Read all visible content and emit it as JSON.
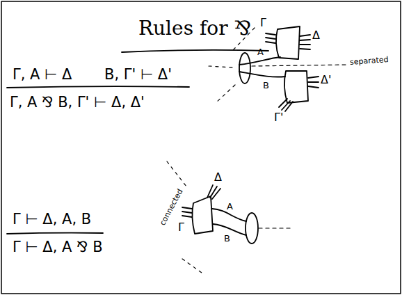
{
  "diagram": {
    "title": "Rules for ⅋",
    "labels": [
      "Γ, A ⊢ Δ",
      "B, Γ' ⊢ Δ'",
      "Γ, A ⅋ B, Γ' ⊢ Δ, Δ'",
      "Γ",
      "Δ",
      "A",
      "separated",
      "B",
      "Δ'",
      "Γ'",
      "Γ ⊢ Δ, A, B",
      "Γ ⊢ Δ, A ⅋ B",
      "connected",
      "Δ",
      "Γ",
      "A",
      "B"
    ]
  }
}
